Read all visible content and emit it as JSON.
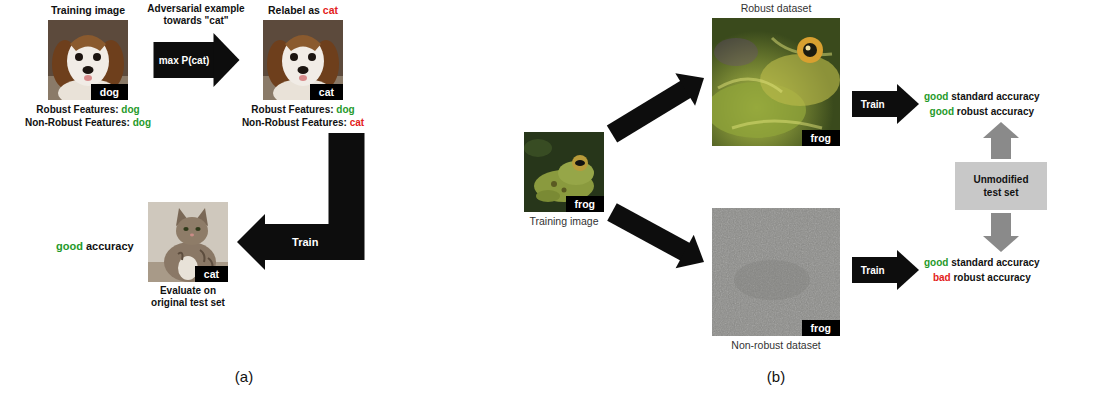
{
  "diagram": {
    "nodes": [
      {
        "text": [
          "Training image",
          "Robust Features:",
          "dog",
          "Non-Robust Features:",
          "dog"
        ]
      },
      {
        "text": [
          "dog"
        ],
        "in": 0
      },
      {
        "text": [
          "Relabel as",
          "cat",
          "Robust Features:",
          "dog",
          "Non-Robust Features:",
          "cat"
        ]
      },
      {
        "text": [
          "cat"
        ],
        "in": 2
      },
      {
        "text": [
          "Evaluate on original test set"
        ]
      },
      {
        "text": [
          "cat"
        ],
        "in": 4
      },
      {
        "text": [
          "Training image"
        ]
      },
      {
        "text": [
          "frog"
        ],
        "in": 6
      },
      {
        "text": [
          "Robust dataset"
        ]
      },
      {
        "text": [
          "frog"
        ],
        "in": 8
      },
      {
        "text": [
          "Non-robust dataset"
        ]
      },
      {
        "text": [
          "frog"
        ],
        "in": 10
      },
      {
        "text": [
          "good",
          "standard accuracy",
          "good",
          "robust accuracy"
        ]
      },
      {
        "text": [
          "Unmodified test set"
        ]
      },
      {
        "text": [
          "good",
          "standard accuracy",
          "bad",
          "robust accuracy"
        ]
      }
    ],
    "edges": [
      {
        "from": 0,
        "to": 2,
        "arrow": "to",
        "label": "max P(cat)"
      },
      {
        "from": 2,
        "to": 4,
        "arrow": "to",
        "label": "Train"
      },
      {
        "from": 6,
        "to": 8,
        "arrow": "to"
      },
      {
        "from": 6,
        "to": 10,
        "arrow": "to"
      },
      {
        "from": 8,
        "to": 12,
        "arrow": "to",
        "label": "Train"
      },
      {
        "from": 10,
        "to": 14,
        "arrow": "to",
        "label": "Train"
      },
      {
        "from": 13,
        "to": 12,
        "arrow": "to"
      },
      {
        "from": 13,
        "to": 14,
        "arrow": "to"
      }
    ],
    "labels": [
      "Adversarial example towards \"cat\"",
      "good",
      "accuracy",
      "(a)",
      "(b)"
    ]
  }
}
